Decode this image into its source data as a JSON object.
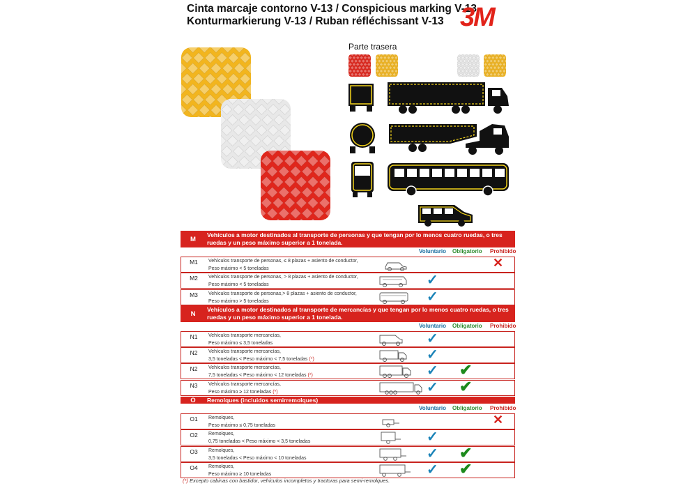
{
  "header": {
    "title_line1": "Cinta marcaje contorno V-13 / Conspicious marking V-13",
    "title_line2": "Konturmarkierung V-13 / Ruban réfléchissant V-13",
    "logo": "3M"
  },
  "samples": {
    "colors": {
      "yellow": "#f2b51e",
      "white": "#e8e8e8",
      "red": "#e0261c"
    },
    "parte_trasera_label": "Parte trasera"
  },
  "vehicle_diagrams": [
    {
      "name": "truck-rear",
      "icon": "truck-rear-icon"
    },
    {
      "name": "truck-trailer-side",
      "icon": "truck-trailer-icon"
    },
    {
      "name": "tanker-rear",
      "icon": "tanker-rear-icon"
    },
    {
      "name": "semi-trailer-side",
      "icon": "semi-trailer-icon"
    },
    {
      "name": "bus-front",
      "icon": "bus-front-icon"
    },
    {
      "name": "bus-side",
      "icon": "bus-side-icon"
    },
    {
      "name": "van-side",
      "icon": "van-icon"
    }
  ],
  "column_headers": {
    "voluntario": "Voluntario",
    "obligatorio": "Obligatorio",
    "prohibido": "Prohibido"
  },
  "categories": [
    {
      "code": "M",
      "description": "Vehículos a motor destinados al transporte de personas y que tengan por lo menos cuatro ruedas, o tres ruedas y un peso máximo superior a 1 tonelada.",
      "rows": [
        {
          "code": "M1",
          "line1": "Vehículos transporte de personas, ≤ 8 plazas + asiento de conductor,",
          "line2": "Peso máximo < 5 toneladas",
          "line2_mark": "",
          "icon": "car-icon",
          "voluntario": false,
          "obligatorio": false,
          "prohibido": true
        },
        {
          "code": "M2",
          "line1": "Vehículos transporte de personas, > 8 plazas + asiento de conductor,",
          "line2": "Peso máximo < 5 toneladas",
          "line2_mark": "",
          "icon": "minibus-icon",
          "voluntario": true,
          "obligatorio": false,
          "prohibido": false
        },
        {
          "code": "M3",
          "line1": "Vehículos transporte de personas,> 8 plazas + asiento de conductor,",
          "line2": "Peso máximo > 5 toneladas",
          "line2_mark": "",
          "icon": "bus-icon",
          "voluntario": true,
          "obligatorio": false,
          "prohibido": false
        }
      ]
    },
    {
      "code": "N",
      "description": "Vehículos a motor destinados al transporte de mercancías y que tengan por lo menos cuatro ruedas, o tres ruedas y un peso máximo superior a 1 tonelada.",
      "rows": [
        {
          "code": "N1",
          "line1": "Vehículos transporte mercancías,",
          "line2": "Peso máximo ≤ 3,5 toneladas",
          "line2_mark": "",
          "icon": "van-icon",
          "voluntario": true,
          "obligatorio": false,
          "prohibido": false
        },
        {
          "code": "N2",
          "line1": "Vehículos transporte mercancías,",
          "line2": "3,5 toneladas < Peso máximo < 7,5 toneladas",
          "line2_mark": "(*)",
          "icon": "small-truck-icon",
          "voluntario": true,
          "obligatorio": false,
          "prohibido": false
        },
        {
          "code": "N2",
          "line1": "Vehículos transporte mercancías,",
          "line2": "7,5 toneladas < Peso máximo < 12 toneladas",
          "line2_mark": "(*)",
          "icon": "truck-icon",
          "voluntario": true,
          "obligatorio": true,
          "prohibido": false
        },
        {
          "code": "N3",
          "line1": "Vehículos transporte mercancías,",
          "line2": "Peso máximo ≥ 12 toneladas",
          "line2_mark": "(*)",
          "icon": "heavy-truck-icon",
          "voluntario": true,
          "obligatorio": true,
          "prohibido": false
        }
      ]
    },
    {
      "code": "O",
      "description": "Remolques (incluidos semirremolques)",
      "rows": [
        {
          "code": "O1",
          "line1": "Remolques,",
          "line2": "Peso máximo ≤ 0,75 toneladas",
          "line2_mark": "",
          "icon": "small-trailer-icon",
          "voluntario": false,
          "obligatorio": false,
          "prohibido": true
        },
        {
          "code": "O2",
          "line1": "Remolques,",
          "line2": "0,75 toneladas < Peso máximo < 3,5 toneladas",
          "line2_mark": "",
          "icon": "trailer-icon",
          "voluntario": true,
          "obligatorio": false,
          "prohibido": false
        },
        {
          "code": "O3",
          "line1": "Remolques,",
          "line2": "3,5 toneladas < Peso máximo < 10 toneladas",
          "line2_mark": "",
          "icon": "trailer-medium-icon",
          "voluntario": true,
          "obligatorio": true,
          "prohibido": false
        },
        {
          "code": "O4",
          "line1": "Remolques,",
          "line2": "Peso máximo ≥ 10 toneladas",
          "line2_mark": "",
          "icon": "trailer-large-icon",
          "voluntario": true,
          "obligatorio": true,
          "prohibido": false
        }
      ]
    }
  ],
  "footnote": {
    "mark": "(*)",
    "text": " Excepto cabinas con bastidor, vehículos incompletos y tractoras para semi-remolques."
  }
}
